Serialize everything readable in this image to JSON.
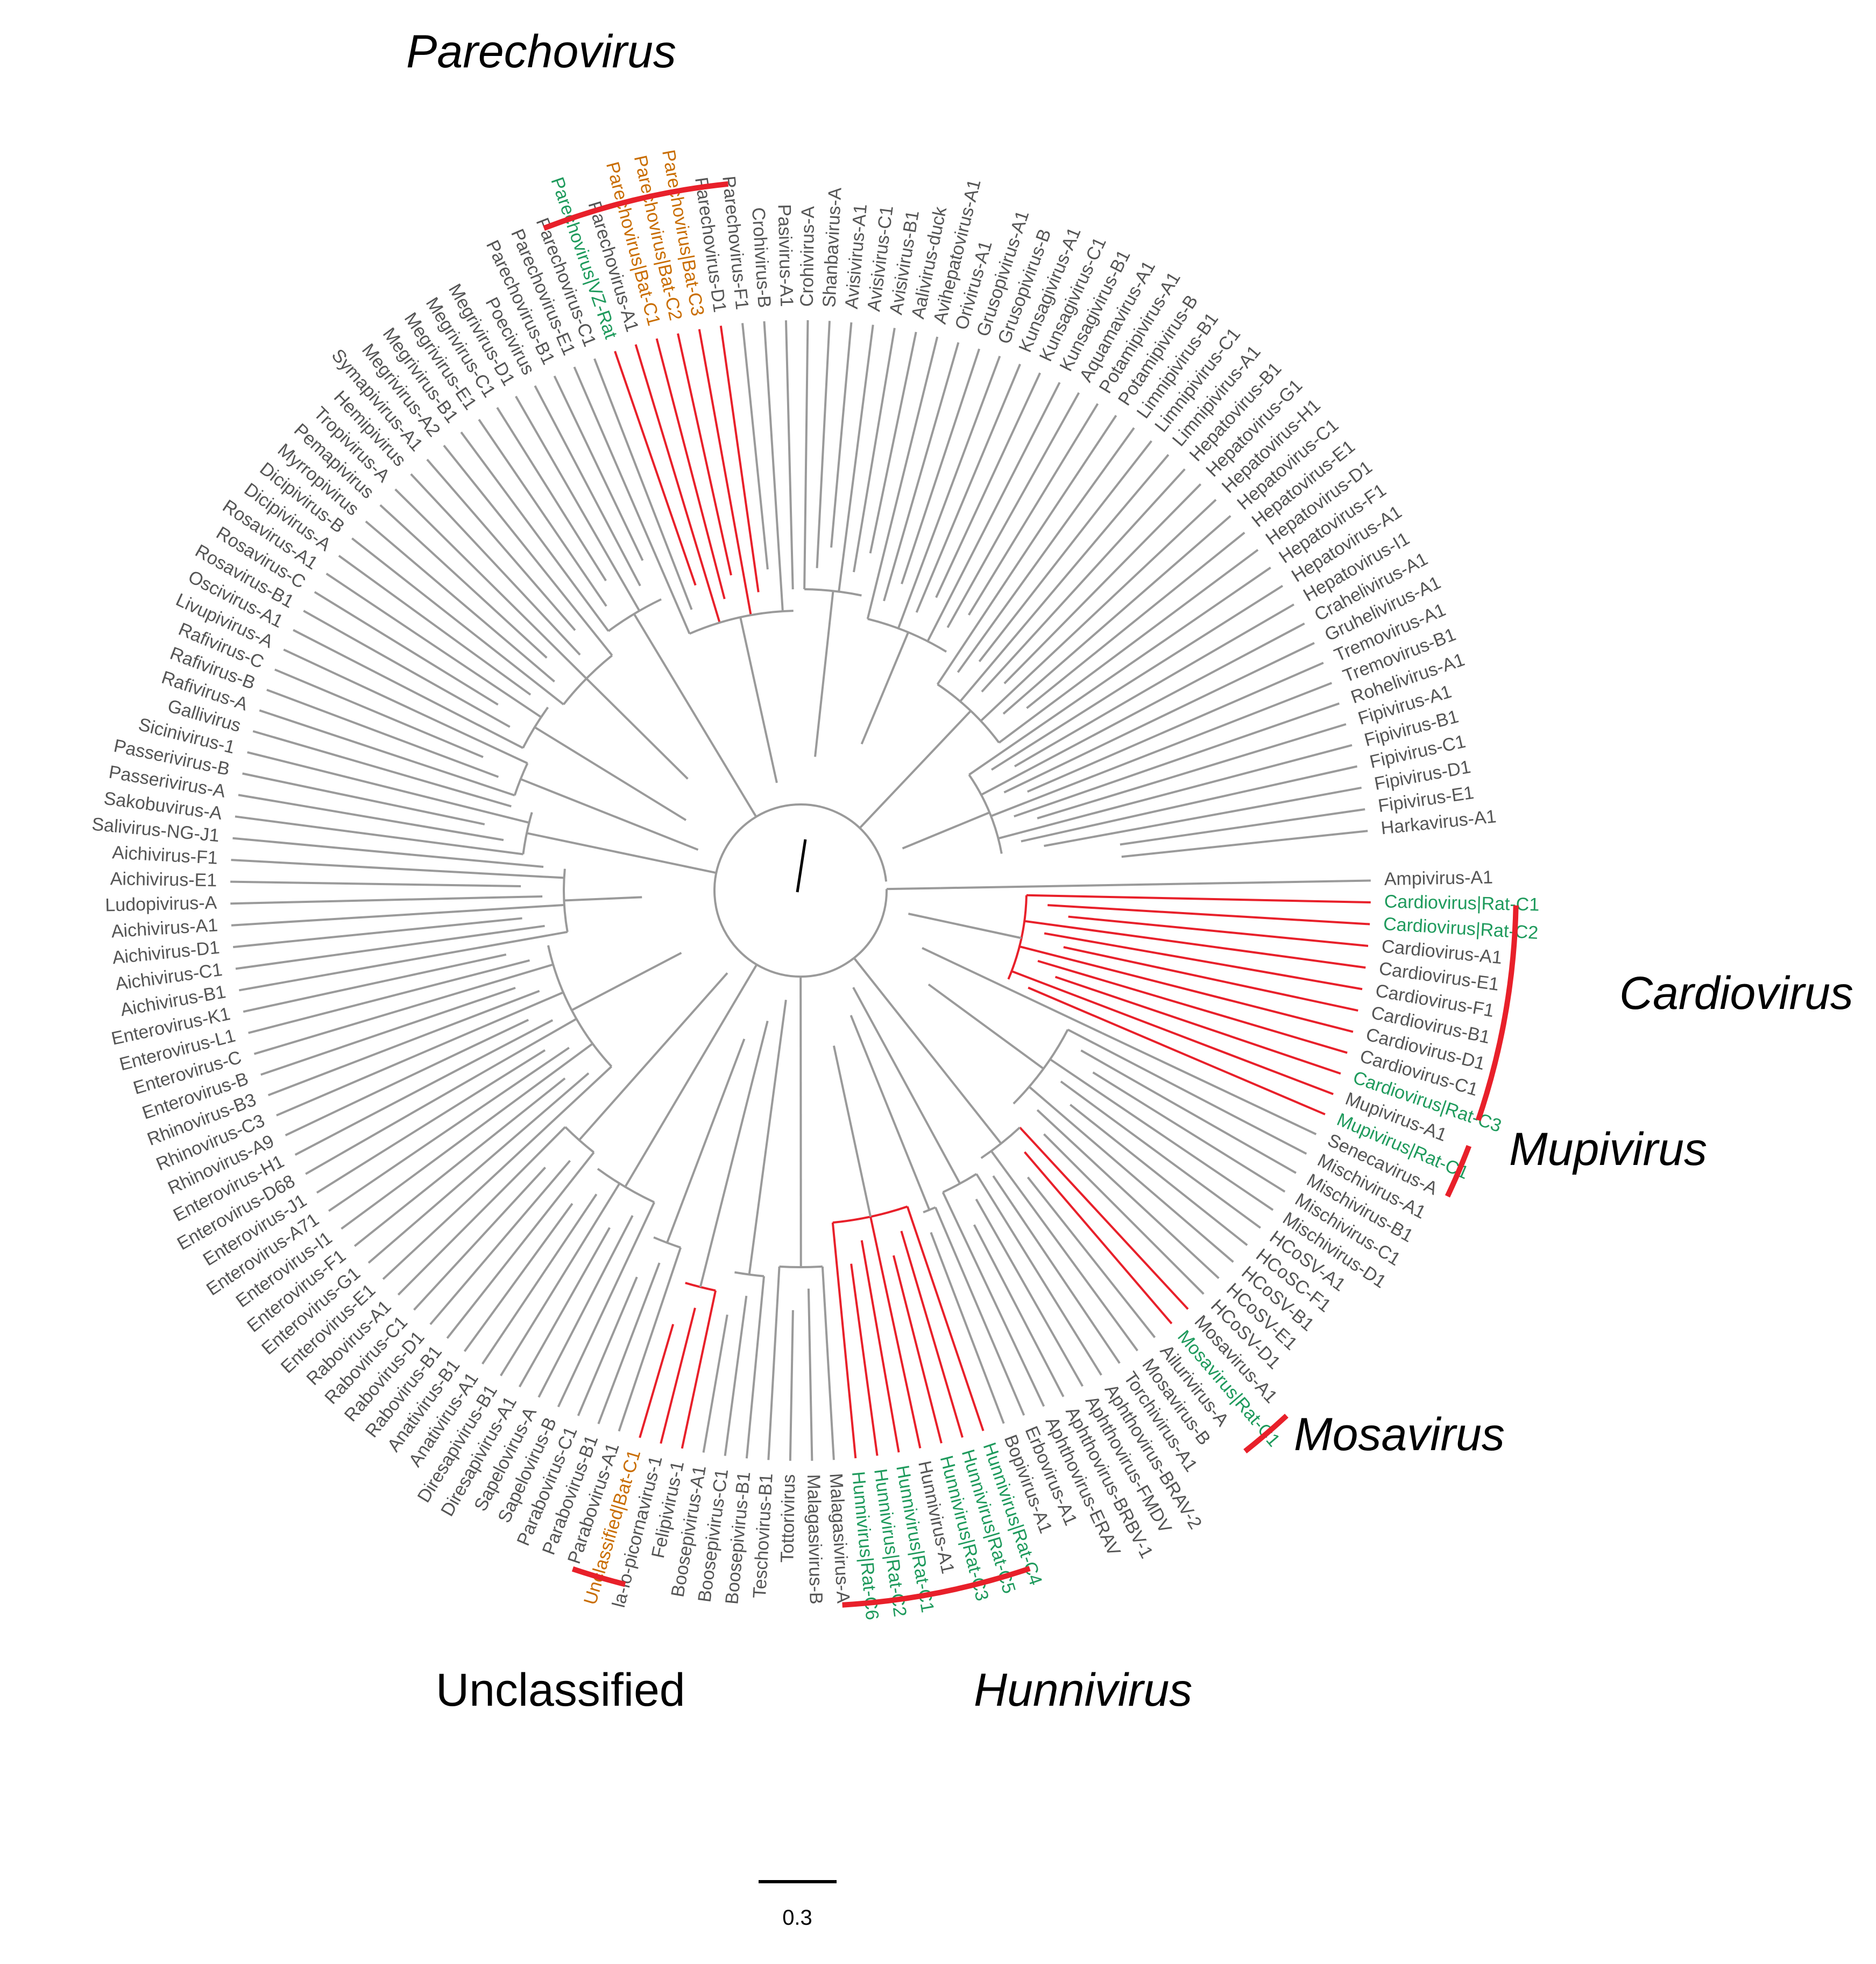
{
  "colors": {
    "branch": "#9a9a9a",
    "highlight_branch": "#e8202a",
    "arc": "#e8202a",
    "text_default": "#555555",
    "text_rat": "#1e9a5c",
    "text_bat": "#c96d00",
    "clade_label": "#000000"
  },
  "scale_bar": {
    "value": 0.3,
    "label": "0.3"
  },
  "clades": [
    {
      "name": "Parechovirus",
      "italic": true
    },
    {
      "name": "Cardiovirus",
      "italic": true
    },
    {
      "name": "Mupivirus",
      "italic": true
    },
    {
      "name": "Mosavirus",
      "italic": true
    },
    {
      "name": "Hunnivirus",
      "italic": true
    },
    {
      "name": "Unclassified",
      "italic": false
    }
  ],
  "leaves": [
    {
      "label": "Ampivirus-A1",
      "group": "default"
    },
    {
      "label": "Cardiovirus|Rat-C1",
      "group": "rat"
    },
    {
      "label": "Cardiovirus|Rat-C2",
      "group": "rat"
    },
    {
      "label": "Cardiovirus-A1",
      "group": "default"
    },
    {
      "label": "Cardiovirus-E1",
      "group": "default"
    },
    {
      "label": "Cardiovirus-F1",
      "group": "default"
    },
    {
      "label": "Cardiovirus-B1",
      "group": "default"
    },
    {
      "label": "Cardiovirus-D1",
      "group": "default"
    },
    {
      "label": "Cardiovirus-C1",
      "group": "default"
    },
    {
      "label": "Cardiovirus|Rat-C3",
      "group": "rat"
    },
    {
      "label": "Mupivirus-A1",
      "group": "default"
    },
    {
      "label": "Mupivirus|Rat-C1",
      "group": "rat"
    },
    {
      "label": "Senecavirus-A",
      "group": "default"
    },
    {
      "label": "Mischivirus-A1",
      "group": "default"
    },
    {
      "label": "Mischivirus-B1",
      "group": "default"
    },
    {
      "label": "Mischivirus-C1",
      "group": "default"
    },
    {
      "label": "Mischivirus-D1",
      "group": "default"
    },
    {
      "label": "HCoSV-A1",
      "group": "default"
    },
    {
      "label": "HCoSC-F1",
      "group": "default"
    },
    {
      "label": "HCoSV-B1",
      "group": "default"
    },
    {
      "label": "HCoSV-E1",
      "group": "default"
    },
    {
      "label": "HCoSV-D1",
      "group": "default"
    },
    {
      "label": "Mosavirus-A1",
      "group": "default"
    },
    {
      "label": "Mosavirus|Rat-C1",
      "group": "rat"
    },
    {
      "label": "Ailurivirus-A",
      "group": "default"
    },
    {
      "label": "Mosavirus-B",
      "group": "default"
    },
    {
      "label": "Torchivirus-A1",
      "group": "default"
    },
    {
      "label": "Aphthovirus-BRAV-2",
      "group": "default"
    },
    {
      "label": "Aphthovirus-FMDV",
      "group": "default"
    },
    {
      "label": "Aphthovirus-BRBV-1",
      "group": "default"
    },
    {
      "label": "Aphthovirus-ERAV",
      "group": "default"
    },
    {
      "label": "Erbovirus-A1",
      "group": "default"
    },
    {
      "label": "Bopivirus-A1",
      "group": "default"
    },
    {
      "label": "Hunnivirus|Rat-C4",
      "group": "rat"
    },
    {
      "label": "Hunnivirus|Rat-C5",
      "group": "rat"
    },
    {
      "label": "Hunnivirus|Rat-C3",
      "group": "rat"
    },
    {
      "label": "Hunnivirus-A1",
      "group": "default"
    },
    {
      "label": "Hunnivirus|Rat-C1",
      "group": "rat"
    },
    {
      "label": "Hunnivirus|Rat-C2",
      "group": "rat"
    },
    {
      "label": "Hunnivirus|Rat-C6",
      "group": "rat"
    },
    {
      "label": "Malagasivirus-A",
      "group": "default"
    },
    {
      "label": "Malagasivirus-B",
      "group": "default"
    },
    {
      "label": "Tottorivirus",
      "group": "default"
    },
    {
      "label": "Teschovirus-B1",
      "group": "default"
    },
    {
      "label": "Boosepivirus-B1",
      "group": "default"
    },
    {
      "label": "Boosepivirus-C1",
      "group": "default"
    },
    {
      "label": "Boosepivirus-A1",
      "group": "default"
    },
    {
      "label": "Felipivirus-1",
      "group": "default"
    },
    {
      "label": "la-io-picornavirus-1",
      "group": "default"
    },
    {
      "label": "Unclassified|Bat-C1",
      "group": "bat"
    },
    {
      "label": "Parabovirus-A1",
      "group": "default"
    },
    {
      "label": "Parabovirus-B1",
      "group": "default"
    },
    {
      "label": "Parabovirus-C1",
      "group": "default"
    },
    {
      "label": "Sapelovirus-B",
      "group": "default"
    },
    {
      "label": "Sapelovirus-A",
      "group": "default"
    },
    {
      "label": "Diresapivirus-A1",
      "group": "default"
    },
    {
      "label": "Diresapivirus-B1",
      "group": "default"
    },
    {
      "label": "Anativirus-A1",
      "group": "default"
    },
    {
      "label": "Anativirus-B1",
      "group": "default"
    },
    {
      "label": "Rabovirus-B1",
      "group": "default"
    },
    {
      "label": "Rabovirus-D1",
      "group": "default"
    },
    {
      "label": "Rabovirus-C1",
      "group": "default"
    },
    {
      "label": "Rabovirus-A1",
      "group": "default"
    },
    {
      "label": "Enterovirus-E1",
      "group": "default"
    },
    {
      "label": "Enterovirus-G1",
      "group": "default"
    },
    {
      "label": "Enterovirus-F1",
      "group": "default"
    },
    {
      "label": "Enterovirus-I1",
      "group": "default"
    },
    {
      "label": "Enterovirus-A71",
      "group": "default"
    },
    {
      "label": "Enterovirus-J1",
      "group": "default"
    },
    {
      "label": "Enterovirus-D68",
      "group": "default"
    },
    {
      "label": "Enterovirus-H1",
      "group": "default"
    },
    {
      "label": "Rhinovirus-A9",
      "group": "default"
    },
    {
      "label": "Rhinovirus-C3",
      "group": "default"
    },
    {
      "label": "Rhinovirus-B3",
      "group": "default"
    },
    {
      "label": "Enterovirus-B",
      "group": "default"
    },
    {
      "label": "Enterovirus-C",
      "group": "default"
    },
    {
      "label": "Enterovirus-L1",
      "group": "default"
    },
    {
      "label": "Enterovirus-K1",
      "group": "default"
    },
    {
      "label": "Aichivirus-B1",
      "group": "default"
    },
    {
      "label": "Aichivirus-C1",
      "group": "default"
    },
    {
      "label": "Aichivirus-D1",
      "group": "default"
    },
    {
      "label": "Aichivirus-A1",
      "group": "default"
    },
    {
      "label": "Ludopivirus-A",
      "group": "default"
    },
    {
      "label": "Aichivirus-E1",
      "group": "default"
    },
    {
      "label": "Aichivirus-F1",
      "group": "default"
    },
    {
      "label": "Salivirus-NG-J1",
      "group": "default"
    },
    {
      "label": "Sakobuvirus-A",
      "group": "default"
    },
    {
      "label": "Passerivirus-A",
      "group": "default"
    },
    {
      "label": "Passerivirus-B",
      "group": "default"
    },
    {
      "label": "Sicinivirus-1",
      "group": "default"
    },
    {
      "label": "Gallivirus",
      "group": "default"
    },
    {
      "label": "Rafivirus-A",
      "group": "default"
    },
    {
      "label": "Rafivirus-B",
      "group": "default"
    },
    {
      "label": "Rafivirus-C",
      "group": "default"
    },
    {
      "label": "Livupivirus-A",
      "group": "default"
    },
    {
      "label": "Oscivirus-A1",
      "group": "default"
    },
    {
      "label": "Rosavirus-B1",
      "group": "default"
    },
    {
      "label": "Rosavirus-C",
      "group": "default"
    },
    {
      "label": "Rosavirus-A1",
      "group": "default"
    },
    {
      "label": "Dicipivirus-A",
      "group": "default"
    },
    {
      "label": "Dicipivirus-B",
      "group": "default"
    },
    {
      "label": "Myrropivirus",
      "group": "default"
    },
    {
      "label": "Pemapivirus",
      "group": "default"
    },
    {
      "label": "Tropivirus-A",
      "group": "default"
    },
    {
      "label": "Hemipivirus",
      "group": "default"
    },
    {
      "label": "Symapivirus-A1",
      "group": "default"
    },
    {
      "label": "Megrivirus-A2",
      "group": "default"
    },
    {
      "label": "Megrivirus-B1",
      "group": "default"
    },
    {
      "label": "Megrivirus-E1",
      "group": "default"
    },
    {
      "label": "Megrivirus-C1",
      "group": "default"
    },
    {
      "label": "Megrivirus-D1",
      "group": "default"
    },
    {
      "label": "Poecivirus",
      "group": "default"
    },
    {
      "label": "Parechovirus-B1",
      "group": "default"
    },
    {
      "label": "Parechovirus-E1",
      "group": "default"
    },
    {
      "label": "Parechovirus-C1",
      "group": "default"
    },
    {
      "label": "Parechovirus|VZ-Rat",
      "group": "rat"
    },
    {
      "label": "Parechovirus-A1",
      "group": "default"
    },
    {
      "label": "Parechovirus|Bat-C1",
      "group": "bat"
    },
    {
      "label": "Parechovirus|Bat-C2",
      "group": "bat"
    },
    {
      "label": "Parechovirus|Bat-C3",
      "group": "bat"
    },
    {
      "label": "Parechovirus-D1",
      "group": "default"
    },
    {
      "label": "Parechovirus-F1",
      "group": "default"
    },
    {
      "label": "Crohivirus-B",
      "group": "default"
    },
    {
      "label": "Pasivirus-A1",
      "group": "default"
    },
    {
      "label": "Crohivirus-A",
      "group": "default"
    },
    {
      "label": "Shanbavirus-A",
      "group": "default"
    },
    {
      "label": "Avisivirus-A1",
      "group": "default"
    },
    {
      "label": "Avisivirus-C1",
      "group": "default"
    },
    {
      "label": "Avisivirus-B1",
      "group": "default"
    },
    {
      "label": "Aalivirus-duck",
      "group": "default"
    },
    {
      "label": "Avihepatovirus-A1",
      "group": "default"
    },
    {
      "label": "Orivirus-A1",
      "group": "default"
    },
    {
      "label": "Grusopivirus-A1",
      "group": "default"
    },
    {
      "label": "Grusopivirus-B",
      "group": "default"
    },
    {
      "label": "Kunsagivirus-A1",
      "group": "default"
    },
    {
      "label": "Kunsagivirus-C1",
      "group": "default"
    },
    {
      "label": "Kunsagivirus-B1",
      "group": "default"
    },
    {
      "label": "Aquamavirus-A1",
      "group": "default"
    },
    {
      "label": "Potamipivirus-A1",
      "group": "default"
    },
    {
      "label": "Potamipivirus-B",
      "group": "default"
    },
    {
      "label": "Limnipivirus-B1",
      "group": "default"
    },
    {
      "label": "Limnipivirus-C1",
      "group": "default"
    },
    {
      "label": "Limnipivirus-A1",
      "group": "default"
    },
    {
      "label": "Hepatovirus-B1",
      "group": "default"
    },
    {
      "label": "Hepatovirus-G1",
      "group": "default"
    },
    {
      "label": "Hepatovirus-H1",
      "group": "default"
    },
    {
      "label": "Hepatovirus-C1",
      "group": "default"
    },
    {
      "label": "Hepatovirus-E1",
      "group": "default"
    },
    {
      "label": "Hepatovirus-D1",
      "group": "default"
    },
    {
      "label": "Hepatovirus-F1",
      "group": "default"
    },
    {
      "label": "Hepatovirus-A1",
      "group": "default"
    },
    {
      "label": "Hepatovirus-I1",
      "group": "default"
    },
    {
      "label": "Crahelivirus-A1",
      "group": "default"
    },
    {
      "label": "Gruhelivirus-A1",
      "group": "default"
    },
    {
      "label": "Tremovirus-A1",
      "group": "default"
    },
    {
      "label": "Tremovirus-B1",
      "group": "default"
    },
    {
      "label": "Rohelivirus-A1",
      "group": "default"
    },
    {
      "label": "Fipivirus-A1",
      "group": "default"
    },
    {
      "label": "Fipivirus-B1",
      "group": "default"
    },
    {
      "label": "Fipivirus-C1",
      "group": "default"
    },
    {
      "label": "Fipivirus-D1",
      "group": "default"
    },
    {
      "label": "Fipivirus-E1",
      "group": "default"
    },
    {
      "label": "Harkavirus-A1",
      "group": "default"
    }
  ]
}
